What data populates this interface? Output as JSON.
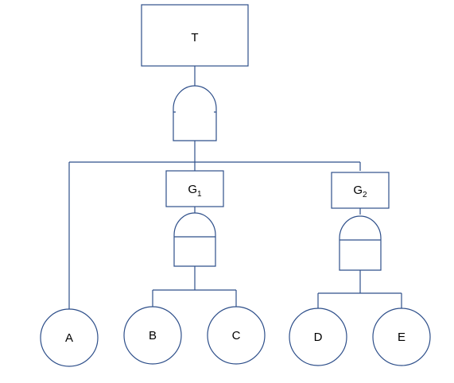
{
  "diagram": {
    "line_color": "#2e4f8a",
    "text_color": "#000000",
    "top_event": {
      "label": "T"
    },
    "top_gate": {
      "type": "and-gate-icon"
    },
    "gates": [
      {
        "label": "G",
        "subscript": "1",
        "gate_type": "and-gate-icon"
      },
      {
        "label": "G",
        "subscript": "2",
        "gate_type": "and-gate-icon"
      }
    ],
    "basic_events": [
      {
        "label": "A"
      },
      {
        "label": "B"
      },
      {
        "label": "C"
      },
      {
        "label": "D"
      },
      {
        "label": "E"
      }
    ]
  }
}
